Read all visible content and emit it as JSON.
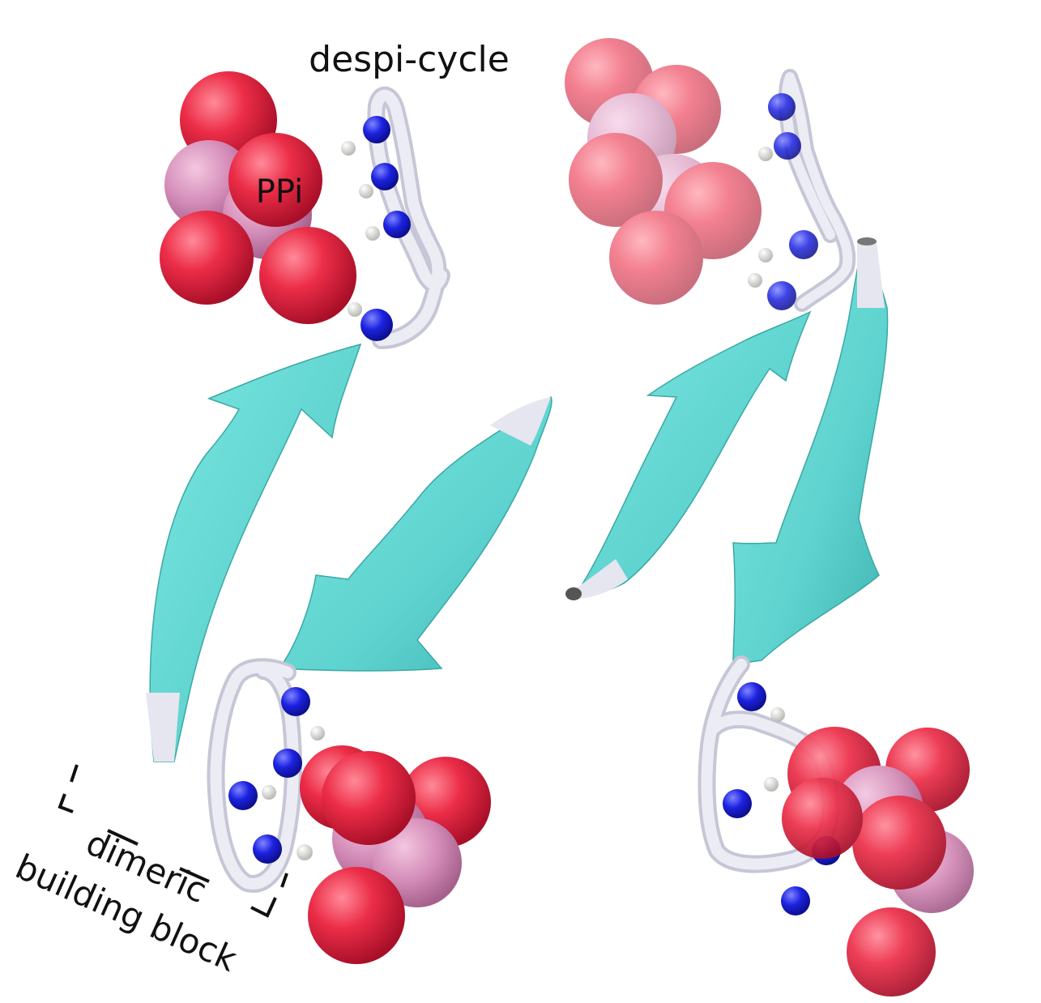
{
  "labels": {
    "despi_cycle": "despi-cycle",
    "ppi": "PPi",
    "dimeric": "dimeric",
    "building_block": "building block"
  },
  "colors": {
    "strand": "#5fd3cf",
    "strand_shade": "#3fb3b0",
    "backbone": "#e4e4ef",
    "backbone_edge": "#c6c6d6",
    "oxygen": "#ec2d48",
    "oxygen_dark": "#b81530",
    "phosphorus": "#d48cb8",
    "nitrogen": "#1c22e0",
    "hydrogen": "#f0f0ee",
    "text": "#111111"
  }
}
